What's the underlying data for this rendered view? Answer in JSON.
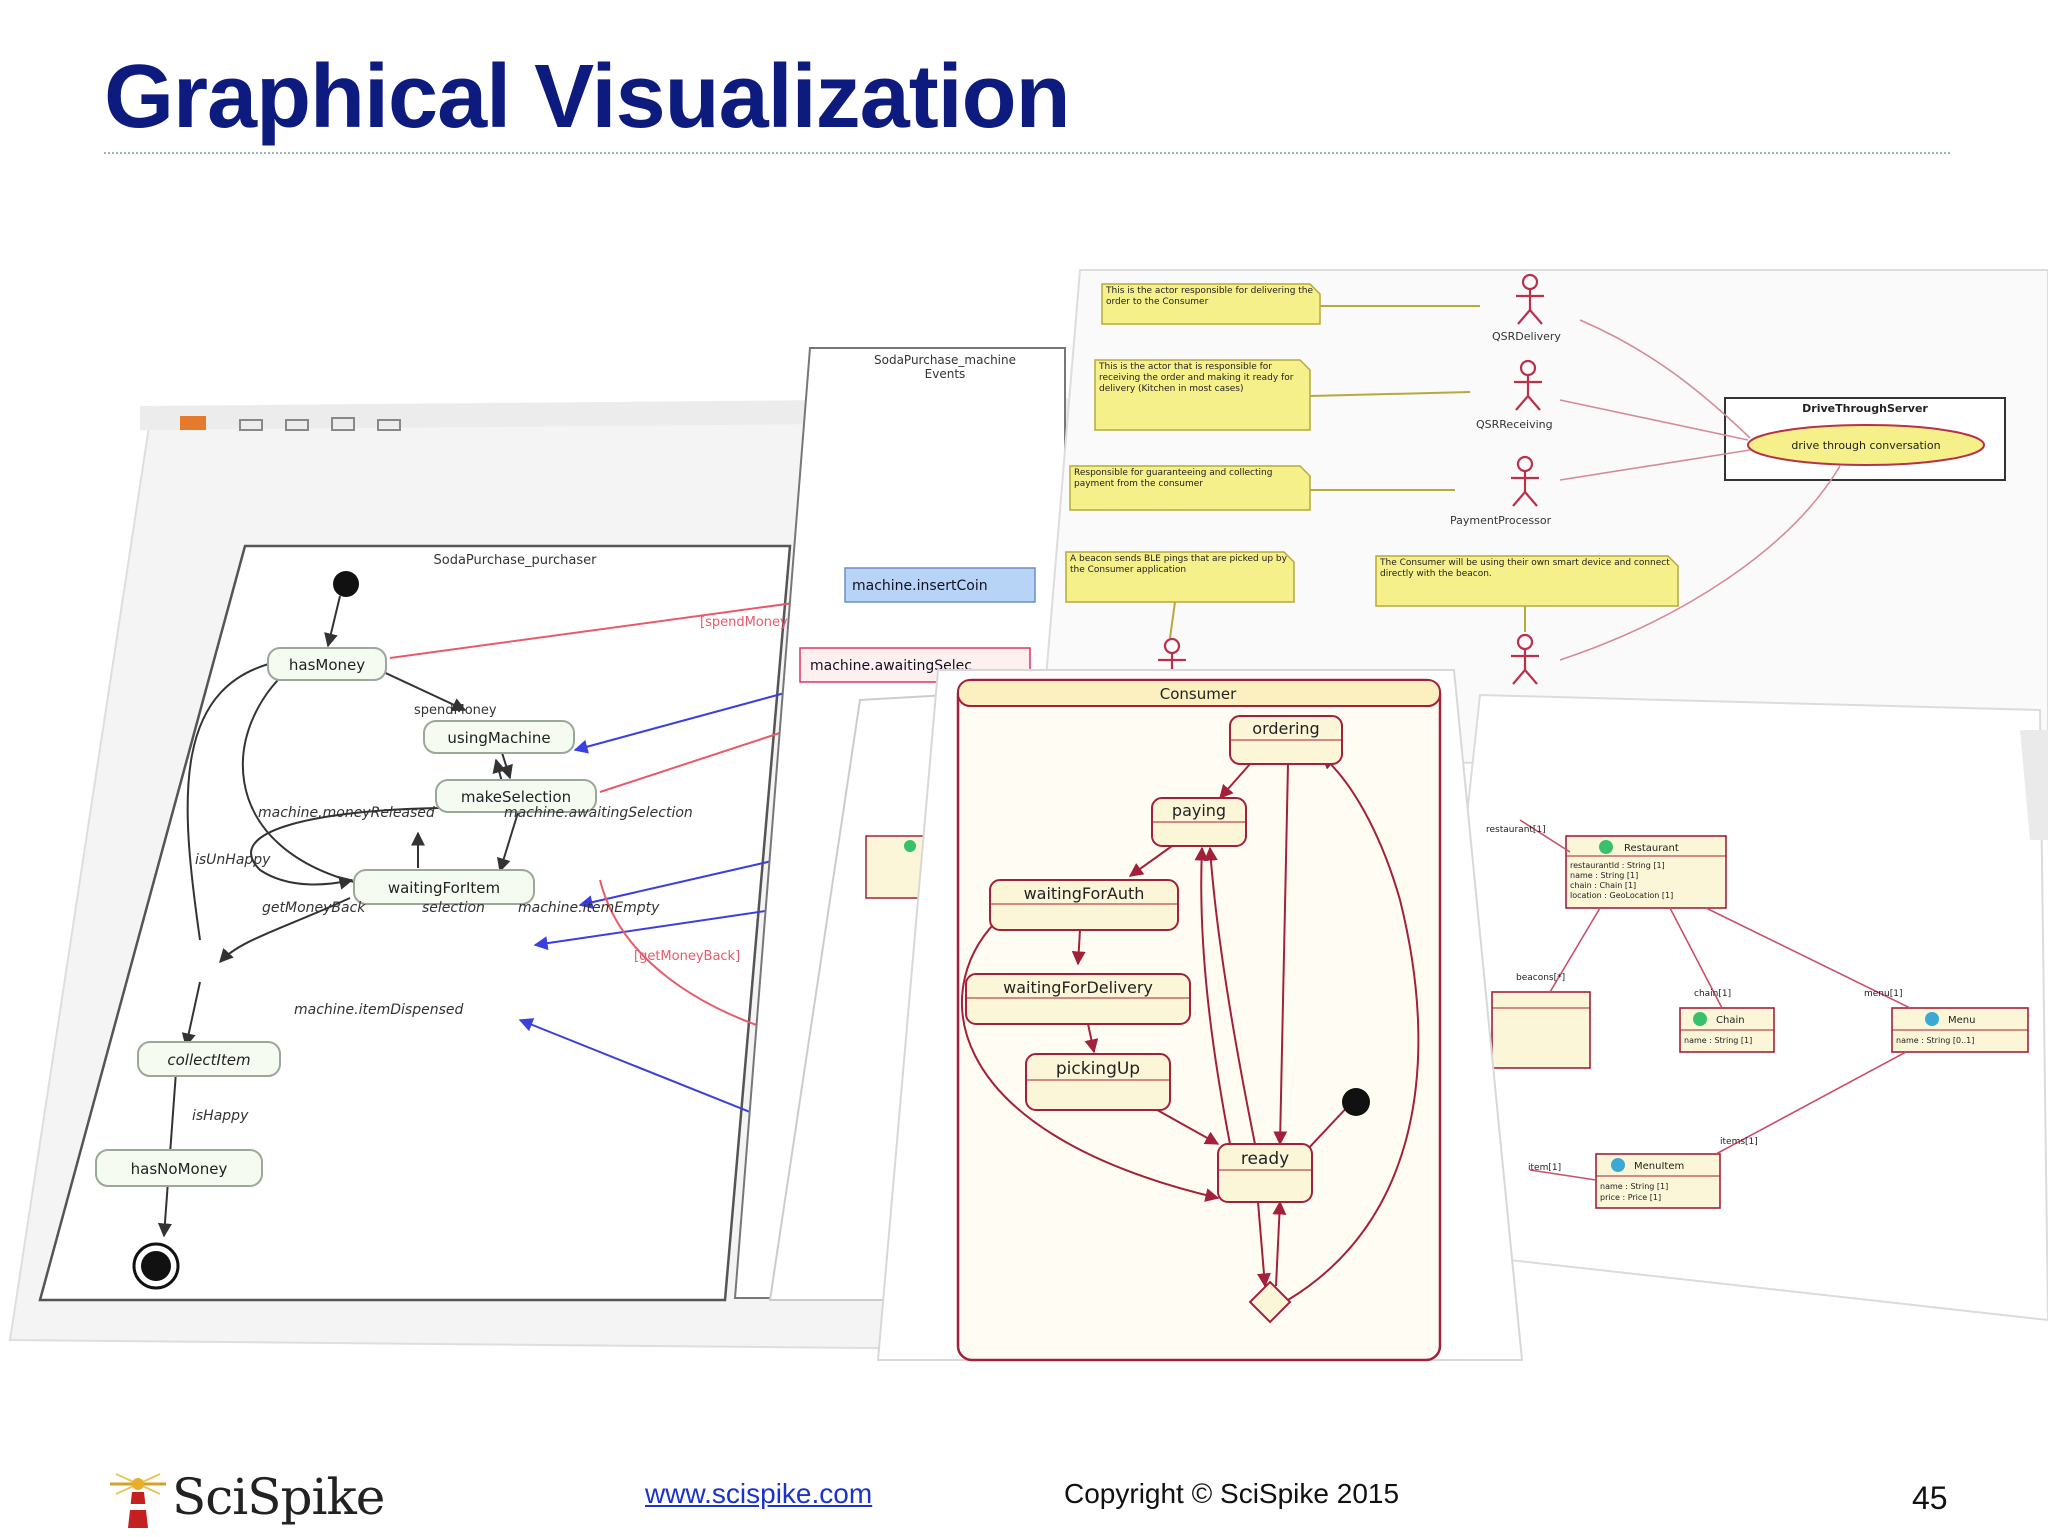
{
  "slide": {
    "title": "Graphical Visualization",
    "footer": {
      "logo_text": "SciSpike",
      "url": "www.scispike.com",
      "copyright": "Copyright © SciSpike 2015",
      "page_number": "45"
    }
  },
  "purchaser_diagram": {
    "title": "SodaPurchase_purchaser",
    "states": {
      "has_money": "hasMoney",
      "using_machine": "usingMachine",
      "make_selection": "makeSelection",
      "waiting_for_item": "waitingForItem",
      "collect_item": "collectItem",
      "has_no_money": "hasNoMoney"
    },
    "transitions": {
      "spend_money": "spendMoney",
      "money_released": "machine.moneyReleased",
      "awaiting_selection": "machine.awaitingSelection",
      "is_unhappy": "isUnHappy",
      "get_money_back": "getMoneyBack",
      "selection": "selection",
      "item_empty": "machine.itemEmpty",
      "item_dispensed": "machine.itemDispensed",
      "is_happy": "isHappy",
      "spend_money_event": "[spendMoney]",
      "get_money_back_event": "[getMoneyBack]"
    }
  },
  "machine_events": {
    "title_line1": "SodaPurchase_machine",
    "title_line2": "Events",
    "insert_coin": "machine.insertCoin",
    "awaiting_selection": "machine.awaitingSelec"
  },
  "actors_diagram": {
    "notes": {
      "delivery": "This is the actor responsible for delivering the order to the Consumer",
      "receiving": "This is the actor that is responsible for receiving the order and making it ready for delivery (Kitchen in most cases)",
      "payment": "Responsible for guaranteeing and collecting payment from the consumer",
      "beacon": "A beacon sends BLE pings that are picked up by the Consumer application",
      "consumer": "The Consumer will be using their own smart device and connect directly with the beacon."
    },
    "actors": {
      "delivery": "QSRDelivery",
      "receiving": "QSRReceiving",
      "payment": "PaymentProcessor"
    },
    "server": {
      "title": "DriveThroughServer",
      "usecase": "drive through conversation"
    }
  },
  "class_diagram": {
    "restaurant": {
      "name": "Restaurant",
      "fields": [
        "restaurantId : String [1]",
        "name : String [1]",
        "chain : Chain [1]",
        "location : GeoLocation [1]"
      ]
    },
    "chain": {
      "name": "Chain",
      "fields": [
        "name : String [1]"
      ]
    },
    "menu": {
      "name": "Menu",
      "fields": [
        "name : String [0..1]"
      ]
    },
    "menu_item": {
      "name": "MenuItem",
      "fields": [
        "name : String [1]",
        "price : Price [1]"
      ]
    },
    "roles": {
      "restaurant": "restaurant[1]",
      "beacons": "beacons[*]",
      "chain": "chain[1]",
      "menu": "menu[1]",
      "items": "items[1]",
      "item": "item[1]"
    }
  },
  "consumer_diagram": {
    "title": "Consumer",
    "states": {
      "ordering": "ordering",
      "paying": "paying",
      "waiting_for_auth": "waitingForAuth",
      "waiting_for_delivery": "waitingForDelivery",
      "picking_up": "pickingUp",
      "ready": "ready"
    }
  },
  "colors": {
    "title": "#0d1a7e",
    "state_fill": "#fcf6d8",
    "state_stroke": "#a3203a",
    "note_fill": "#f6f08a",
    "event_blue": "#b7d4f7",
    "arrow_red": "#e85a6a",
    "arrow_blue": "#3b3ee0"
  }
}
